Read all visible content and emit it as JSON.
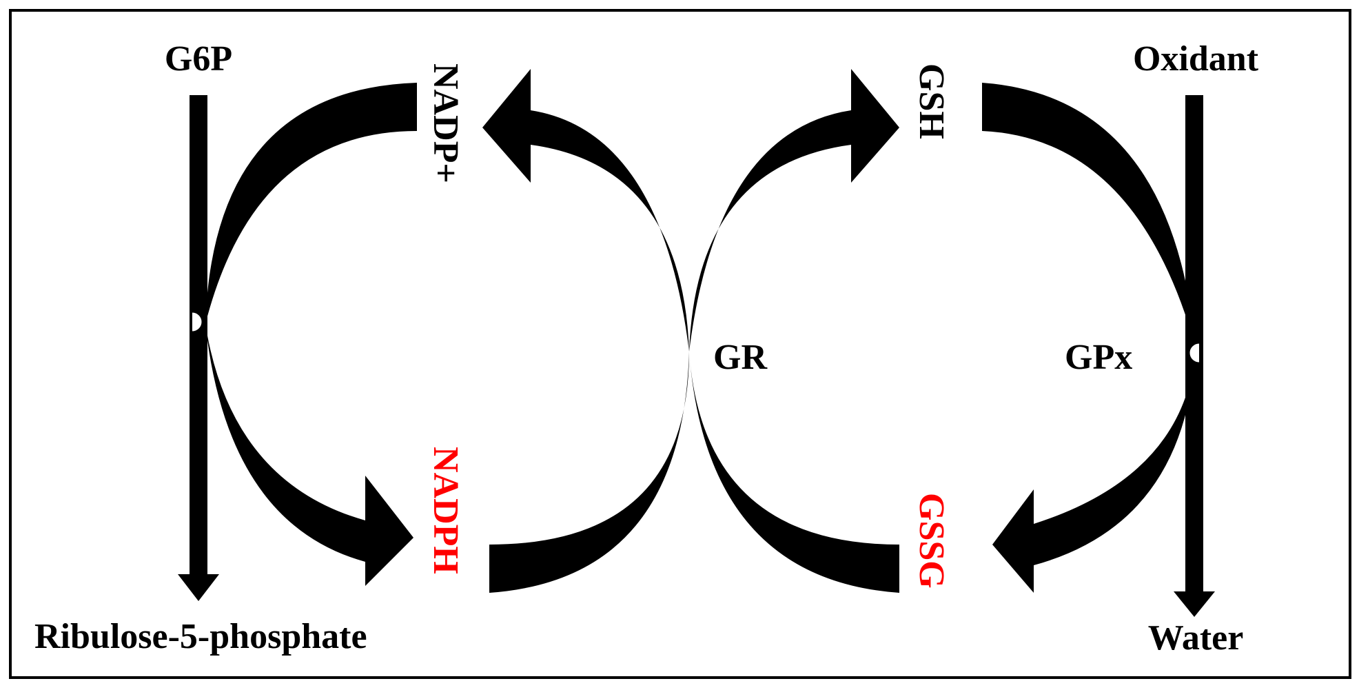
{
  "colors": {
    "ink": "#000000",
    "highlight": "#ff0000",
    "background": "#ffffff"
  },
  "diagram": {
    "labels": {
      "g6p": "G6P",
      "ribulose": "Ribulose-5-phosphate",
      "nadp_plus": "NADP+",
      "nadph": "NADPH",
      "gr": "GR",
      "gsh": "GSH",
      "gssg": "GSSG",
      "gpx": "GPx",
      "oxidant": "Oxidant",
      "water": "Water"
    },
    "reduced_forms_highlighted": [
      "NADPH",
      "GSSG"
    ]
  }
}
